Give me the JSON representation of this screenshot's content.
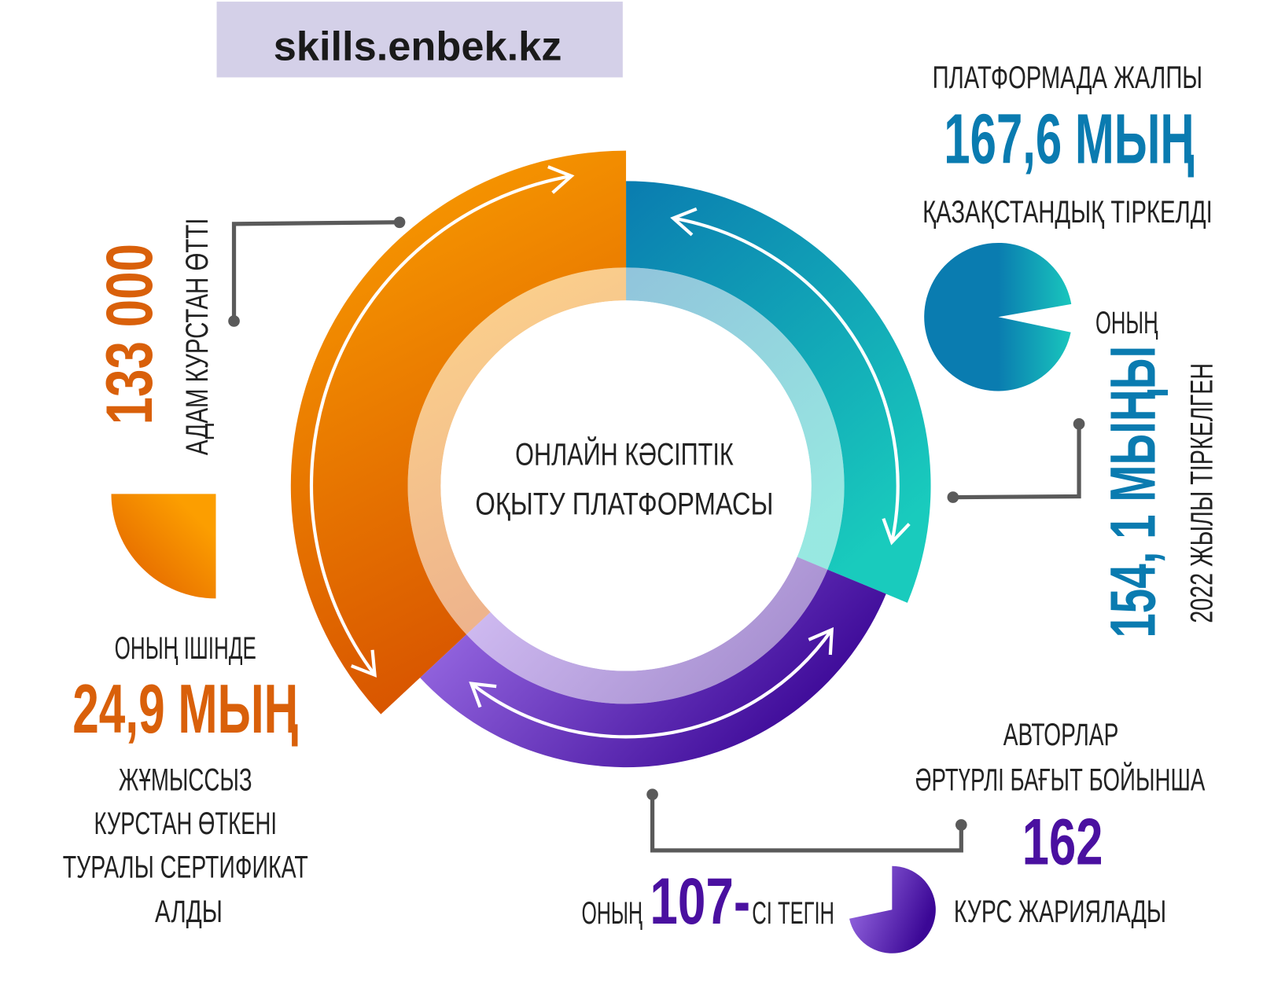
{
  "header": {
    "site": "skills.enbek.kz",
    "background": "#d4d0e8"
  },
  "center": {
    "line1": "ОНЛАЙН КӘСІПТІК",
    "line2": "ОҚЫТУ ПЛАТФОРМАСЫ"
  },
  "registered": {
    "label_top": "ПЛАТФОРМАДА ЖАЛПЫ",
    "value": "167,6 МЫҢ",
    "label_bottom": "ҚАЗАҚСТАНДЫҚ ТІРКЕЛДІ",
    "sub_prefix": "ОНЫҢ",
    "sub_value": "154, 1 МЫҢЫ",
    "sub_label": "2022 ЖЫЛЫ ТІРКЕЛГЕН",
    "color": "#0a7bb0"
  },
  "completed": {
    "value": "133 000",
    "label": "АДАМ КУРСТАН ӨТТІ",
    "sub_prefix": "ОНЫҢ ІШІНДЕ",
    "sub_value": "24,9 МЫҢ",
    "sub_lines": [
      "ЖҰМЫССЫЗ",
      "КУРСТАН ӨТКЕНІ",
      "ТУРАЛЫ СЕРТИФИКАТ",
      "АЛДЫ"
    ],
    "color": "#d9600a"
  },
  "courses": {
    "label_top1": "АВТОРЛАР",
    "label_top2": "ӘРТҮРЛІ БАҒЫТ БОЙЫНША",
    "value": "162",
    "label_bottom": "КУРС ЖАРИЯЛАДЫ",
    "free_prefix": "ОНЫҢ",
    "free_value": "107-",
    "free_suffix": "СІ ТЕГІН",
    "color": "#4a10a0"
  }
}
